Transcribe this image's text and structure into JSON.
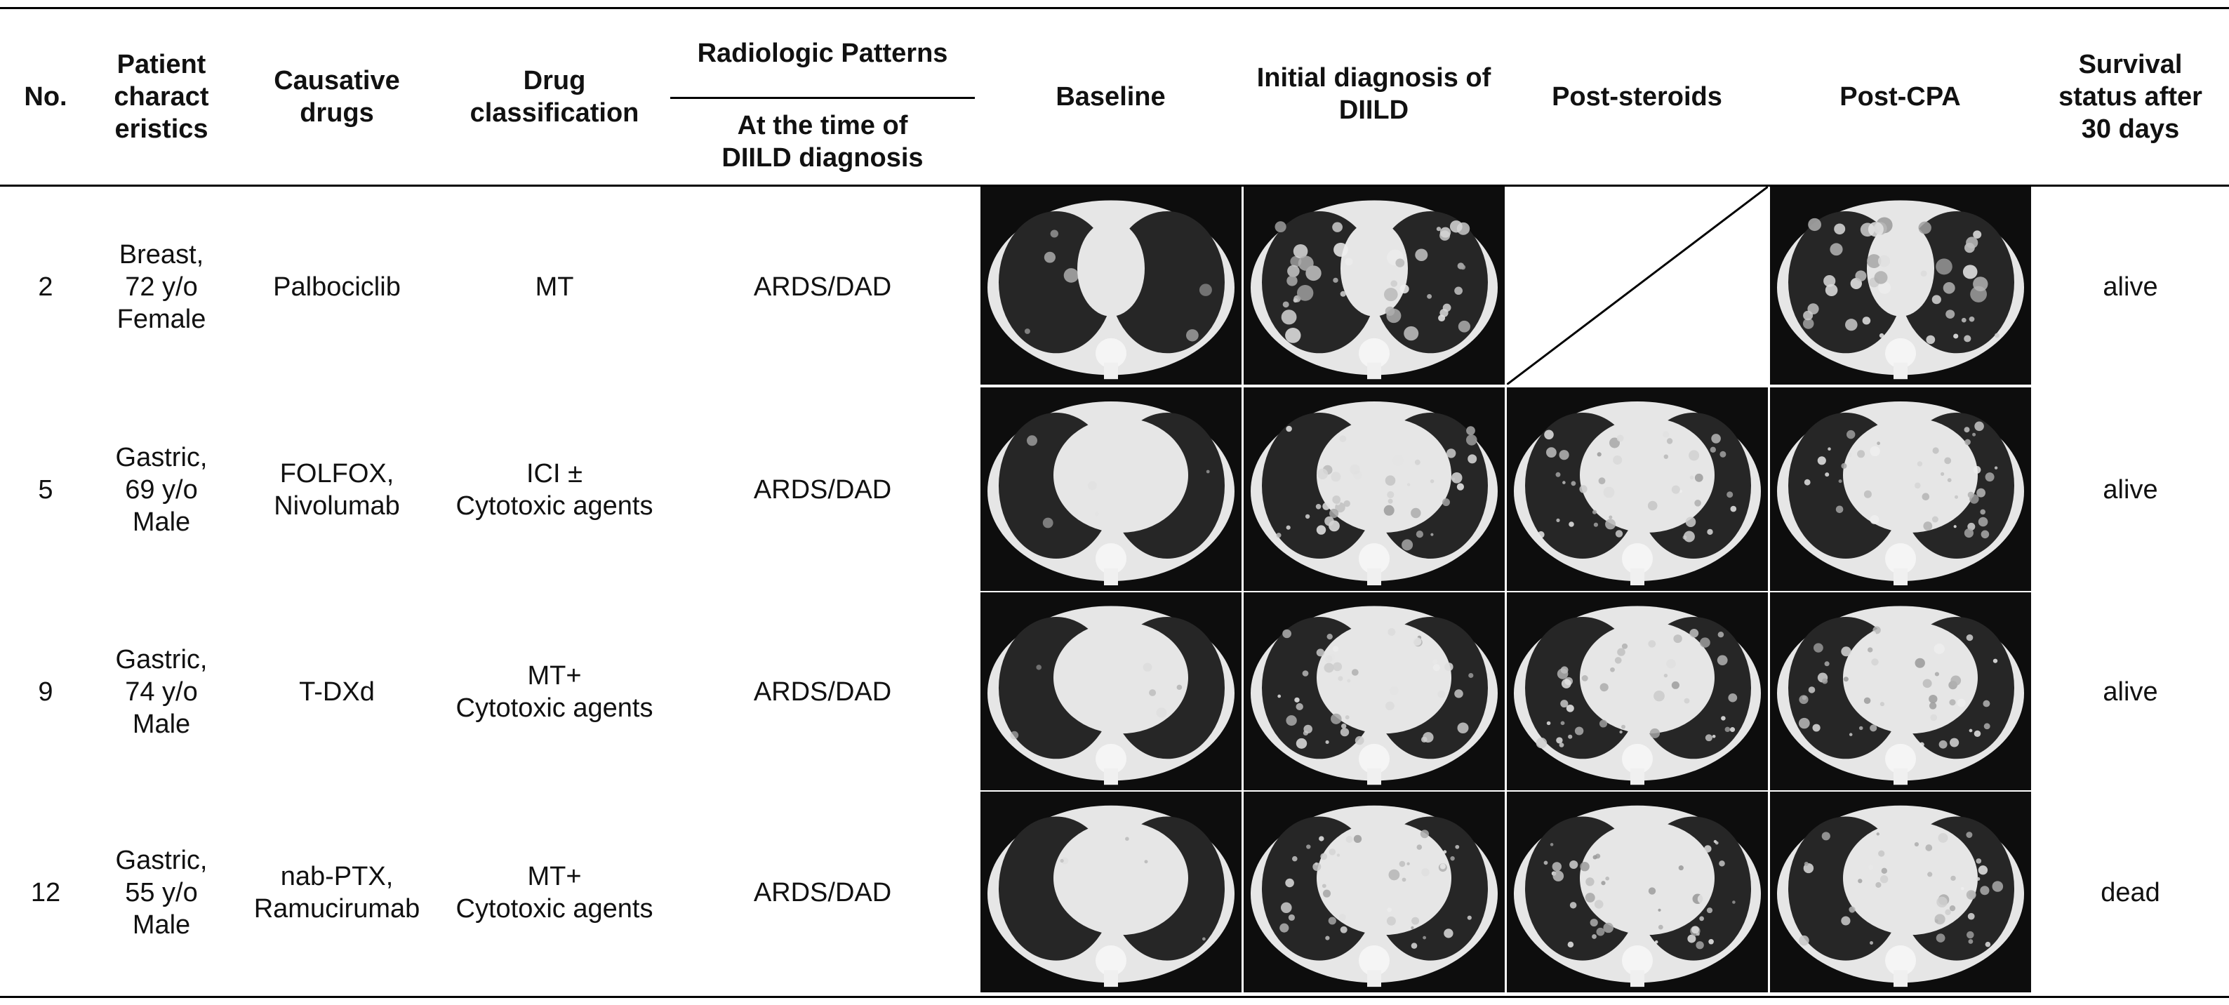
{
  "table": {
    "headers": {
      "no": "No.",
      "patient": "Patient\ncharact\neristics",
      "drugs": "Causative\ndrugs",
      "classification": "Drug\nclassification",
      "radiologic": "Radiologic Patterns",
      "radiologic_sub": "At the time of\nDIILD diagnosis",
      "baseline": "Baseline",
      "initial": "Initial diagnosis of\nDIILD",
      "post_steroids": "Post-steroids",
      "post_cpa": "Post-CPA",
      "survival": "Survival\nstatus after\n30 days"
    },
    "rows": [
      {
        "no": "2",
        "patient": "Breast,\n72 y/o\nFemale",
        "drugs": "Palbociclib",
        "classification": "MT",
        "pattern": "ARDS/DAD",
        "survival": "alive",
        "images": {
          "baseline": "ct-scan-image",
          "initial": "ct-scan-image",
          "post_steroids": "not-applicable-diagonal",
          "post_cpa": "ct-scan-image"
        }
      },
      {
        "no": "5",
        "patient": "Gastric,\n69 y/o\nMale",
        "drugs": "FOLFOX,\nNivolumab",
        "classification": "ICI ±\nCytotoxic agents",
        "pattern": "ARDS/DAD",
        "survival": "alive",
        "images": {
          "baseline": "ct-scan-image",
          "initial": "ct-scan-image",
          "post_steroids": "ct-scan-image",
          "post_cpa": "ct-scan-image"
        }
      },
      {
        "no": "9",
        "patient": "Gastric,\n74 y/o\nMale",
        "drugs": "T-DXd",
        "classification": "MT+\nCytotoxic agents",
        "pattern": "ARDS/DAD",
        "survival": "alive",
        "images": {
          "baseline": "ct-scan-image",
          "initial": "ct-scan-image",
          "post_steroids": "ct-scan-image",
          "post_cpa": "ct-scan-image"
        }
      },
      {
        "no": "12",
        "patient": "Gastric,\n55 y/o\nMale",
        "drugs": "nab-PTX,\nRamucirumab",
        "classification": "MT+\nCytotoxic agents",
        "pattern": "ARDS/DAD",
        "survival": "dead",
        "images": {
          "baseline": "ct-scan-image",
          "initial": "ct-scan-image",
          "post_steroids": "ct-scan-image",
          "post_cpa": "ct-scan-image"
        }
      }
    ]
  },
  "colors": {
    "rule": "#000000",
    "text": "#111111",
    "ct_background": "#0d0d0d",
    "ct_tissue": "#e6e6e6",
    "ct_lung": "#262626"
  }
}
